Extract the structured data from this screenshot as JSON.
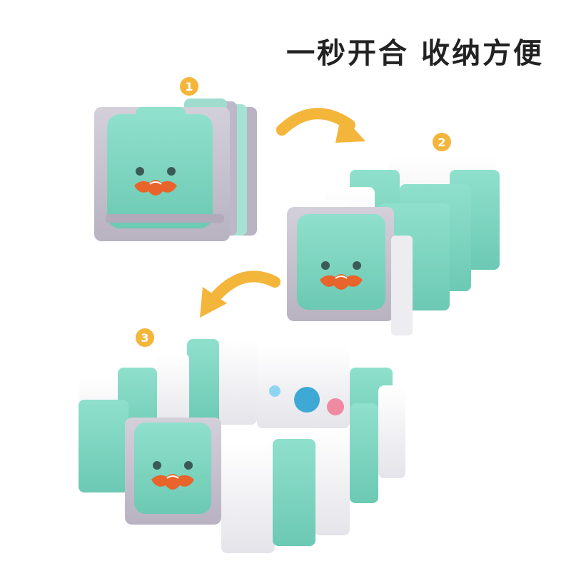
{
  "headline": "一秒开合 收纳方便",
  "steps": [
    {
      "number": "1"
    },
    {
      "number": "2"
    },
    {
      "number": "3"
    }
  ],
  "colors": {
    "mint": "#7fd6c2",
    "mint_dark": "#5fbfa9",
    "grey": "#c9c4d0",
    "grey_dark": "#a9a3b3",
    "white_panel": "#f6f6f8",
    "arrow": "#f4b53b",
    "mascot_mouth": "#e8642a",
    "badge": "#f4b53b"
  }
}
